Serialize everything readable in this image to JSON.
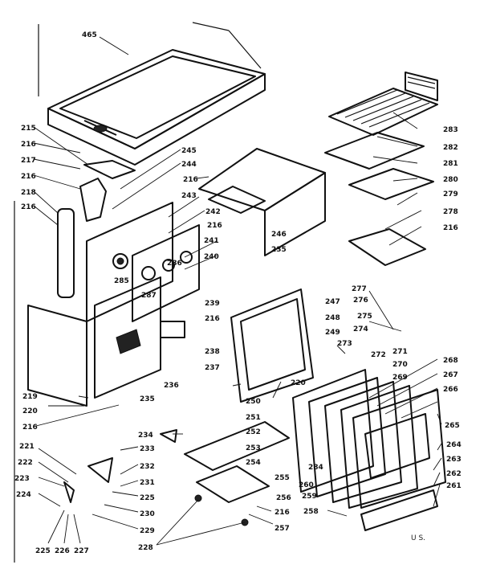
{
  "diagram": {
    "footer_code": "U S.",
    "callouts": [
      {
        "id": "465",
        "text": "465"
      },
      {
        "id": "215",
        "text": "215"
      },
      {
        "id": "216a",
        "text": "216"
      },
      {
        "id": "217",
        "text": "217"
      },
      {
        "id": "216b",
        "text": "216"
      },
      {
        "id": "218",
        "text": "218"
      },
      {
        "id": "216c",
        "text": "216"
      },
      {
        "id": "245",
        "text": "245"
      },
      {
        "id": "244",
        "text": "244"
      },
      {
        "id": "216d",
        "text": "216"
      },
      {
        "id": "243",
        "text": "243"
      },
      {
        "id": "242",
        "text": "242"
      },
      {
        "id": "216e",
        "text": "216"
      },
      {
        "id": "241",
        "text": "241"
      },
      {
        "id": "286",
        "text": "286"
      },
      {
        "id": "240",
        "text": "240"
      },
      {
        "id": "285",
        "text": "285"
      },
      {
        "id": "287",
        "text": "287"
      },
      {
        "id": "246",
        "text": "246"
      },
      {
        "id": "235a",
        "text": "235"
      },
      {
        "id": "239",
        "text": "239"
      },
      {
        "id": "216f",
        "text": "216"
      },
      {
        "id": "238",
        "text": "238"
      },
      {
        "id": "237",
        "text": "237"
      },
      {
        "id": "236",
        "text": "236"
      },
      {
        "id": "235b",
        "text": "235"
      },
      {
        "id": "219",
        "text": "219"
      },
      {
        "id": "220a",
        "text": "220"
      },
      {
        "id": "216g",
        "text": "216"
      },
      {
        "id": "283",
        "text": "283"
      },
      {
        "id": "282",
        "text": "282"
      },
      {
        "id": "281",
        "text": "281"
      },
      {
        "id": "280",
        "text": "280"
      },
      {
        "id": "279",
        "text": "279"
      },
      {
        "id": "278",
        "text": "278"
      },
      {
        "id": "216h",
        "text": "216"
      },
      {
        "id": "277",
        "text": "277"
      },
      {
        "id": "276",
        "text": "276"
      },
      {
        "id": "275",
        "text": "275"
      },
      {
        "id": "274",
        "text": "274"
      },
      {
        "id": "273",
        "text": "273"
      },
      {
        "id": "247",
        "text": "247"
      },
      {
        "id": "248",
        "text": "248"
      },
      {
        "id": "249",
        "text": "249"
      },
      {
        "id": "272",
        "text": "272"
      },
      {
        "id": "271",
        "text": "271"
      },
      {
        "id": "268",
        "text": "268"
      },
      {
        "id": "270",
        "text": "270"
      },
      {
        "id": "267",
        "text": "267"
      },
      {
        "id": "269",
        "text": "269"
      },
      {
        "id": "266",
        "text": "266"
      },
      {
        "id": "220b",
        "text": "220"
      },
      {
        "id": "250a",
        "text": "250"
      },
      {
        "id": "251",
        "text": "251"
      },
      {
        "id": "252",
        "text": "252"
      },
      {
        "id": "265",
        "text": "265"
      },
      {
        "id": "264",
        "text": "264"
      },
      {
        "id": "263",
        "text": "263"
      },
      {
        "id": "262",
        "text": "262"
      },
      {
        "id": "261",
        "text": "261"
      },
      {
        "id": "253",
        "text": "253"
      },
      {
        "id": "254",
        "text": "254"
      },
      {
        "id": "284",
        "text": "284"
      },
      {
        "id": "260",
        "text": "260"
      },
      {
        "id": "255",
        "text": "255"
      },
      {
        "id": "256",
        "text": "256"
      },
      {
        "id": "259",
        "text": "259"
      },
      {
        "id": "258",
        "text": "258"
      },
      {
        "id": "234",
        "text": "234"
      },
      {
        "id": "233",
        "text": "233"
      },
      {
        "id": "232",
        "text": "232"
      },
      {
        "id": "231",
        "text": "231"
      },
      {
        "id": "221",
        "text": "221"
      },
      {
        "id": "222",
        "text": "222"
      },
      {
        "id": "223",
        "text": "223"
      },
      {
        "id": "224",
        "text": "224"
      },
      {
        "id": "225a",
        "text": "225"
      },
      {
        "id": "230",
        "text": "230"
      },
      {
        "id": "229",
        "text": "229"
      },
      {
        "id": "216i",
        "text": "216"
      },
      {
        "id": "257",
        "text": "257"
      },
      {
        "id": "228",
        "text": "228"
      },
      {
        "id": "225b",
        "text": "225"
      },
      {
        "id": "226",
        "text": "226"
      },
      {
        "id": "227",
        "text": "227"
      }
    ]
  }
}
